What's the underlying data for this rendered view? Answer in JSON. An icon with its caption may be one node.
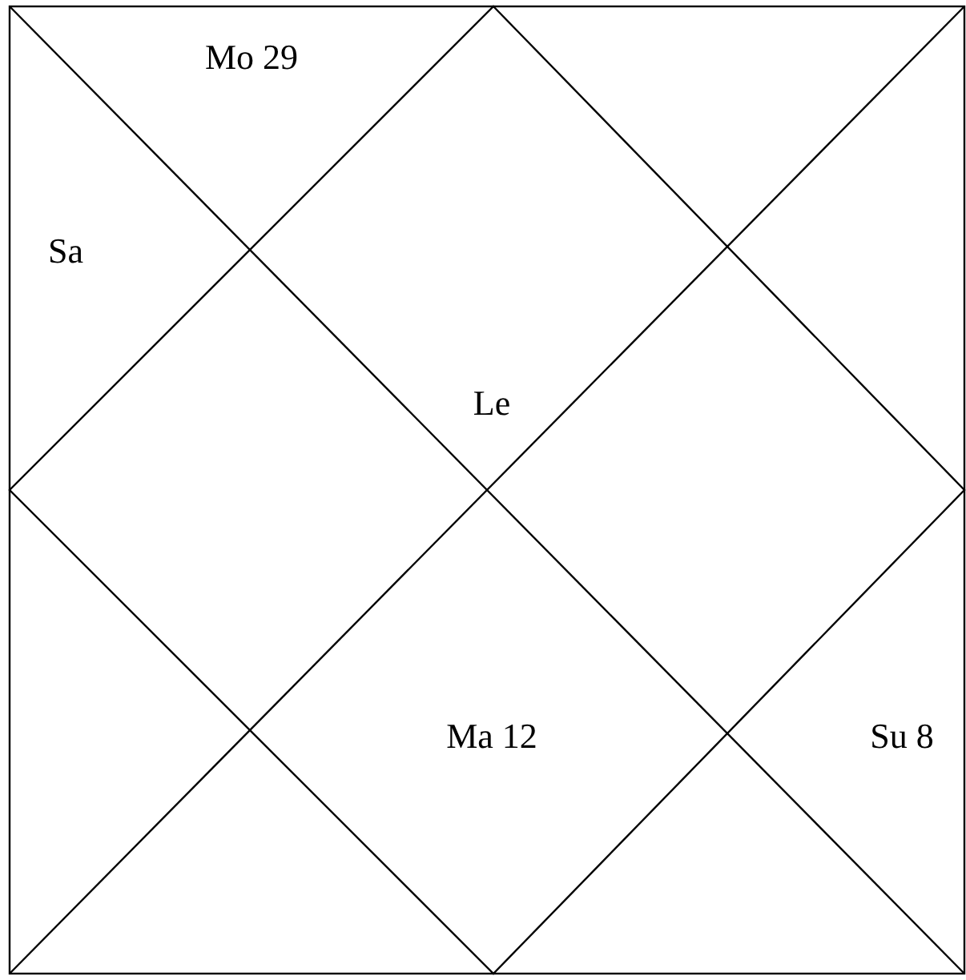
{
  "diagram": {
    "labels": [
      "Mo 29",
      "Sa",
      "Le",
      "Ma 12",
      "Su 8"
    ]
  }
}
